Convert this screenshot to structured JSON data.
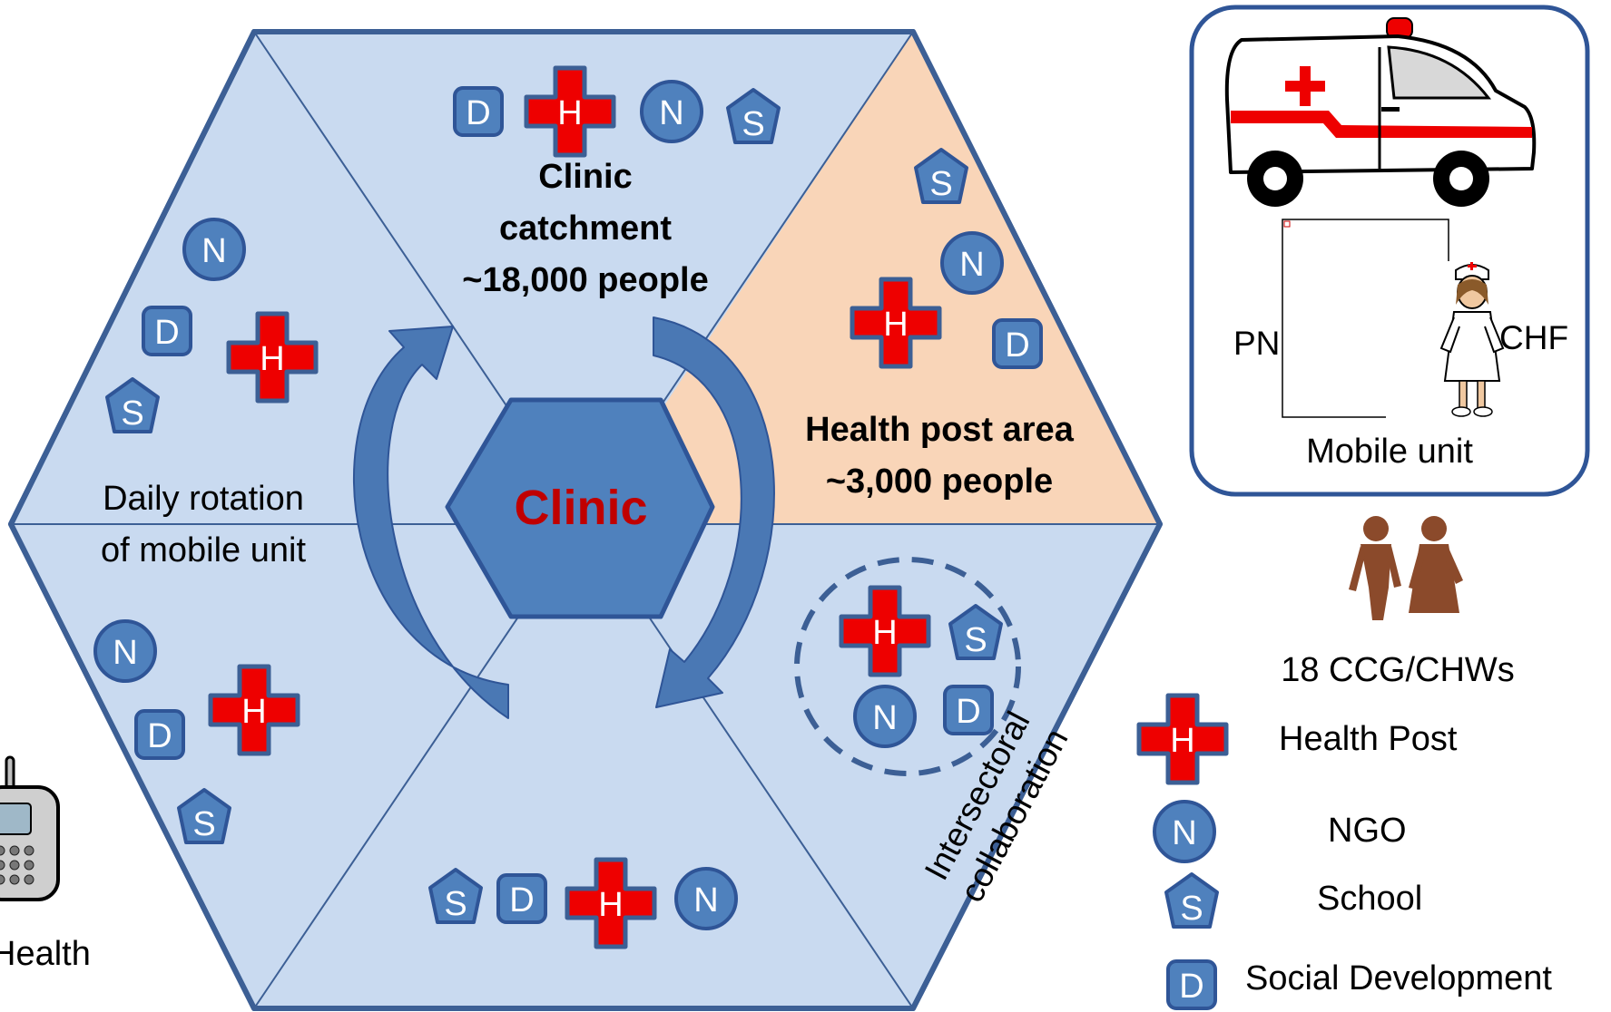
{
  "diagram": {
    "center_label": "Clinic",
    "catchment_label": [
      "Clinic",
      "catchment",
      "~18,000 people"
    ],
    "health_post_area_label": [
      "Health post area",
      "~3,000 people"
    ],
    "rotation_label": [
      "Daily rotation",
      "of mobile unit"
    ],
    "intersectoral_label": [
      "Intersectoral",
      "collaboration"
    ],
    "phone_label": "Health"
  },
  "mobile_unit": {
    "title": "Mobile unit",
    "left_role": "PN",
    "right_role": "CHF"
  },
  "community": {
    "label": "18 CCG/CHWs"
  },
  "legend": [
    {
      "letter": "H",
      "label": "Health Post"
    },
    {
      "letter": "N",
      "label": "NGO"
    },
    {
      "letter": "S",
      "label": "School"
    },
    {
      "letter": "D",
      "label": "Social Development"
    }
  ],
  "colors": {
    "sector_fill": "#c9daf0",
    "highlight_fill": "#f9d5b8",
    "border": "#3c5f95",
    "icon_fill": "#4f81bd",
    "cross_red": "#ee0000",
    "clinic_text": "#c00000",
    "arrow_fill": "#4a78b4"
  }
}
